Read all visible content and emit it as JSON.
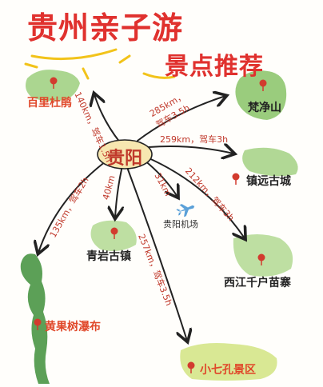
{
  "title": {
    "line1": "贵州亲子游",
    "line2": "景点推荐"
  },
  "hub": "贵阳",
  "destinations": [
    {
      "name": "百里杜鹃"
    },
    {
      "name": "梵净山"
    },
    {
      "name": "镇远古城"
    },
    {
      "name": "贵阳机场"
    },
    {
      "name": "西江千户苗寨"
    },
    {
      "name": "青岩古镇"
    },
    {
      "name": "黄果树瀑布"
    },
    {
      "name": "小七孔景区"
    }
  ],
  "routes": [
    {
      "distance": "140km，",
      "time": "驾车1.5h"
    },
    {
      "distance": "285km，",
      "time": "驾车3.5h"
    },
    {
      "distance": "259km，",
      "time": "驾车3h"
    },
    {
      "distance": "212km，",
      "time": "驾车3h"
    },
    {
      "distance": "31km",
      "time": ""
    },
    {
      "distance": "40km",
      "time": ""
    },
    {
      "distance": "135km，",
      "time": "驾车2h"
    },
    {
      "distance": "257km，",
      "time": "驾车3.5h"
    }
  ],
  "colors": {
    "title": "#e0312e",
    "arrow": "#222222",
    "map_green": "#8fc66f",
    "map_dark": "#3f8f3a",
    "pin": "#d23b2e"
  }
}
